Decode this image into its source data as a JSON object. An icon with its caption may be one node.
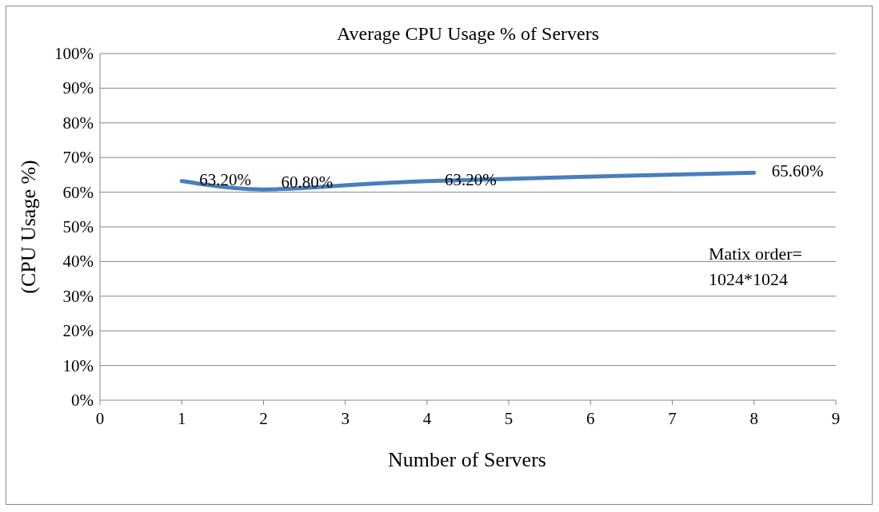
{
  "diagram": {
    "chart_data": {
      "type": "line",
      "title": "Average CPU Usage % of Servers",
      "xlabel": "Number of Servers",
      "ylabel": "(CPU Usage %)",
      "x": [
        1,
        2,
        4,
        8
      ],
      "series": [
        {
          "color": "#4a7ebb",
          "values": [
            63.2,
            60.8,
            63.2,
            65.6
          ]
        }
      ],
      "grid": true,
      "xlim": [
        0,
        9
      ],
      "ylim": [
        0,
        100
      ],
      "xticks": [
        0,
        1,
        2,
        3,
        4,
        5,
        6,
        7,
        8,
        9
      ],
      "yticks": [
        {
          "value": 0,
          "label": "0%"
        },
        {
          "value": 10,
          "label": "10%"
        },
        {
          "value": 20,
          "label": "20%"
        },
        {
          "value": 30,
          "label": "30%"
        },
        {
          "value": 40,
          "label": "40%"
        },
        {
          "value": 50,
          "label": "50%"
        },
        {
          "value": 60,
          "label": "60%"
        },
        {
          "value": 70,
          "label": "70%"
        },
        {
          "value": 80,
          "label": "80%"
        },
        {
          "value": 90,
          "label": "90%"
        },
        {
          "value": 100,
          "label": "100%"
        }
      ],
      "value_labels": [
        "63.20%",
        "60.80%",
        "63.20%",
        "65.60%"
      ],
      "annotations": [
        "Matix order= 1024*1024"
      ]
    }
  }
}
